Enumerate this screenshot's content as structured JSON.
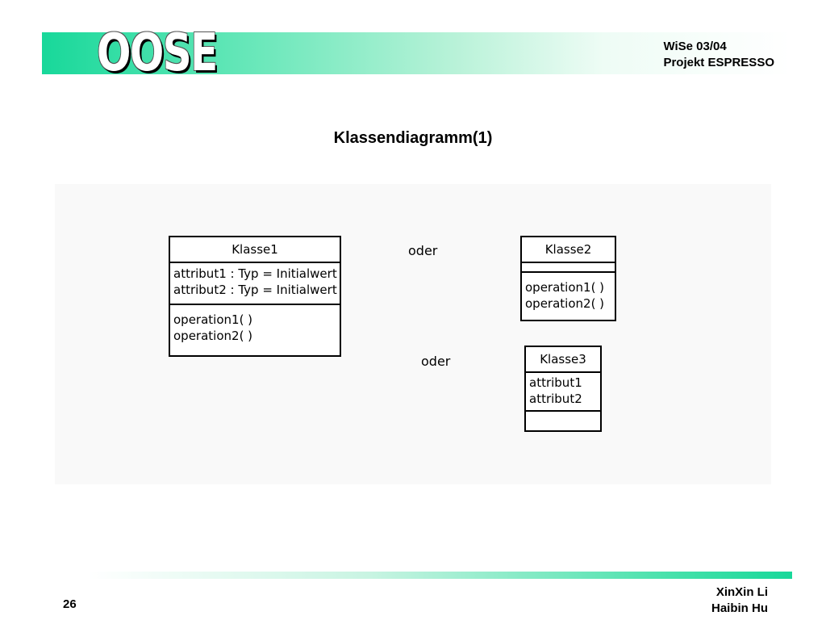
{
  "header": {
    "logo_text": "OOSE",
    "semester": "WiSe 03/04",
    "project": "Projekt ESPRESSO"
  },
  "slide": {
    "title": "Klassendiagramm(1)"
  },
  "diagram": {
    "class1": {
      "name": "Klasse1",
      "attributes": [
        "attribut1 : Typ = Initialwert",
        "attribut2 : Typ = Initialwert"
      ],
      "operations": [
        "operation1( )",
        "operation2( )"
      ]
    },
    "class2": {
      "name": "Klasse2",
      "attributes": [],
      "operations": [
        "operation1( )",
        "operation2( )"
      ]
    },
    "class3": {
      "name": "Klasse3",
      "attributes": [
        "attribut1",
        "attribut2"
      ],
      "operations": []
    },
    "separator_1": "oder",
    "separator_2": "oder"
  },
  "footer": {
    "page_number": "26",
    "author_1": "XinXin Li",
    "author_2": "Haibin Hu"
  }
}
